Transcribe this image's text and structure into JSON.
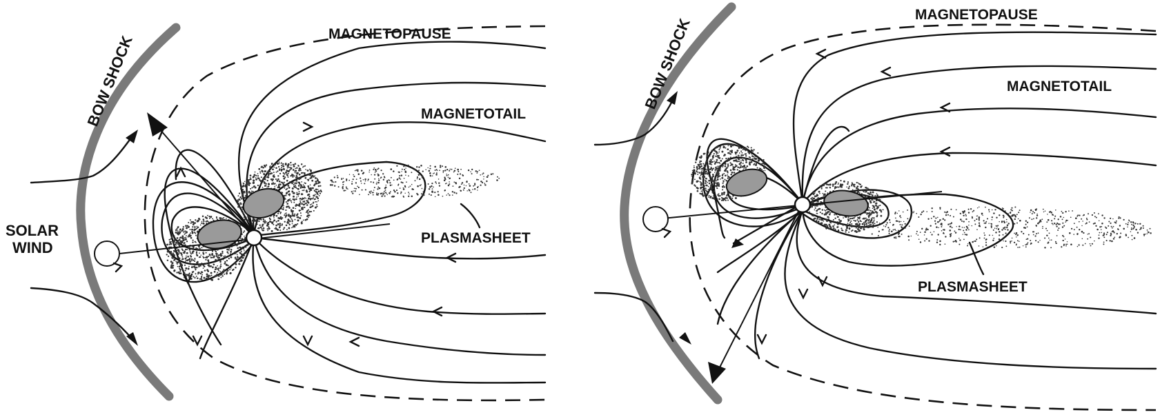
{
  "panels": [
    {
      "labels": {
        "bow_shock": "BOW SHOCK",
        "magnetopause": "MAGNETOPAUSE",
        "magnetotail": "MAGNETOTAIL",
        "plasmasheet": "PLASMASHEET",
        "solar_wind_line1": "SOLAR",
        "solar_wind_line2": "WIND"
      }
    },
    {
      "labels": {
        "bow_shock": "BOW SHOCK",
        "magnetopause": "MAGNETOPAUSE",
        "magnetotail": "MAGNETOTAIL",
        "plasmasheet": "PLASMASHEET"
      }
    }
  ],
  "colors": {
    "bow_shock": "#7a7a7a",
    "ink": "#111111",
    "belt_dots": "#333333"
  }
}
